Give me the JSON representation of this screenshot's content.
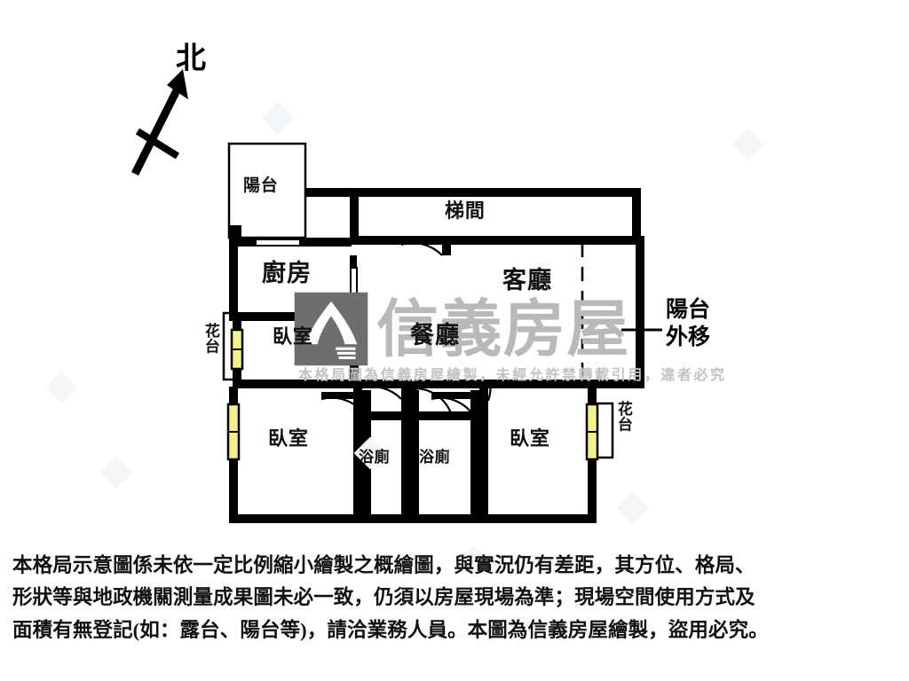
{
  "compass": {
    "label": "北",
    "icon": "north-arrow-icon"
  },
  "plan": {
    "rooms": [
      {
        "key": "balcony_top",
        "label": "陽台",
        "name": "room-label-balcony-top"
      },
      {
        "key": "kitchen",
        "label": "廚房",
        "name": "room-label-kitchen"
      },
      {
        "key": "stairwell",
        "label": "梯間",
        "name": "room-label-stairwell"
      },
      {
        "key": "living",
        "label": "客廳",
        "name": "room-label-living-room"
      },
      {
        "key": "dining",
        "label": "餐廳",
        "name": "room-label-dining-room"
      },
      {
        "key": "bedroom_1",
        "label": "臥室",
        "name": "room-label-bedroom-upper-left"
      },
      {
        "key": "bedroom_2",
        "label": "臥室",
        "name": "room-label-bedroom-lower-left"
      },
      {
        "key": "bedroom_3",
        "label": "臥室",
        "name": "room-label-bedroom-right"
      },
      {
        "key": "bath_1",
        "label": "浴廁",
        "name": "room-label-bathroom-1"
      },
      {
        "key": "bath_2",
        "label": "浴廁",
        "name": "room-label-bathroom-2"
      },
      {
        "key": "flowerbox_left",
        "label": "花台",
        "name": "room-label-flowerbox-left"
      },
      {
        "key": "flowerbox_right",
        "label": "花台",
        "name": "room-label-flowerbox-right"
      }
    ],
    "callouts": [
      {
        "key": "balcony_moved",
        "line1": "陽台",
        "line2": "外移",
        "name": "callout-balcony-relocated"
      }
    ]
  },
  "watermark": {
    "brand": "信義房屋",
    "subtitle": "本格局圖為信義房屋繪製，未經允許禁轉載引用，違者必究",
    "color": "#b9b9b9"
  },
  "disclaimer": {
    "line1": "本格局示意圖係未依一定比例縮小繪製之概繪圖，與實況仍有差距，其方位、格局、",
    "line2": "形狀等與地政機關測量成果圖未必一致，仍須以房屋現場為準；現場空間使用方式及",
    "line3": "面積有無登記(如：露台、陽台等)，請洽業務人員。本圖為信義房屋繪製，盜用必究。"
  },
  "style": {
    "wall_color": "#000000",
    "window_fill": "#f5f08a",
    "background": "#ffffff",
    "text_color": "#111111"
  }
}
